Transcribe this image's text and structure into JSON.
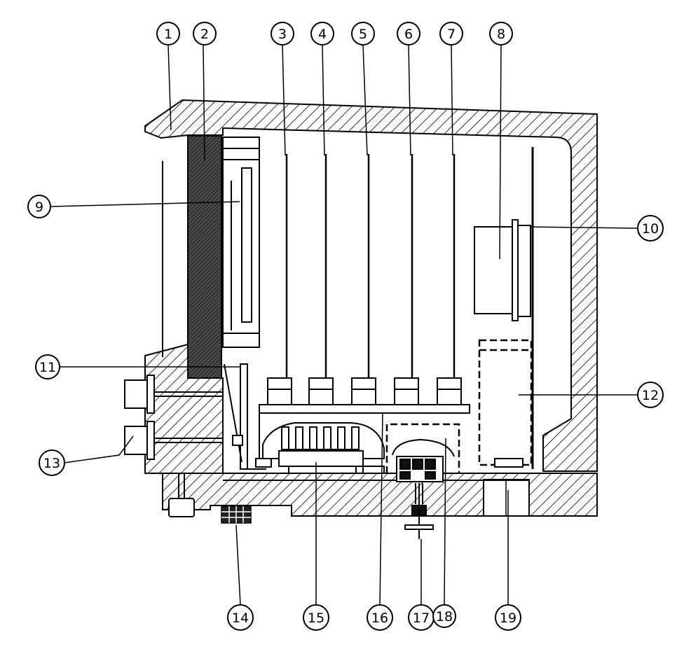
{
  "diagram": {
    "callouts": [
      {
        "id": "1",
        "label": "1"
      },
      {
        "id": "2",
        "label": "2"
      },
      {
        "id": "3",
        "label": "3"
      },
      {
        "id": "4",
        "label": "4"
      },
      {
        "id": "5",
        "label": "5"
      },
      {
        "id": "6",
        "label": "6"
      },
      {
        "id": "7",
        "label": "7"
      },
      {
        "id": "8",
        "label": "8"
      },
      {
        "id": "9",
        "label": "9"
      },
      {
        "id": "10",
        "label": "10"
      },
      {
        "id": "11",
        "label": "11"
      },
      {
        "id": "12",
        "label": "12"
      },
      {
        "id": "13",
        "label": "13"
      },
      {
        "id": "14",
        "label": "14"
      },
      {
        "id": "15",
        "label": "15"
      },
      {
        "id": "16",
        "label": "16"
      },
      {
        "id": "17",
        "label": "17"
      },
      {
        "id": "18",
        "label": "18"
      },
      {
        "id": "19",
        "label": "19"
      }
    ]
  },
  "colors": {
    "line": "#000000",
    "background": "#ffffff",
    "dark_panel": "#3a3a3a"
  }
}
